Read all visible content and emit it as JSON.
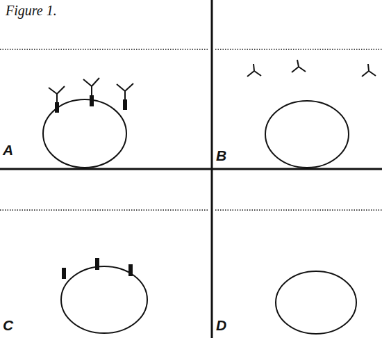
{
  "diagram": {
    "title": "Figure 1.",
    "labels": [
      "A",
      "B",
      "C",
      "D"
    ]
  }
}
